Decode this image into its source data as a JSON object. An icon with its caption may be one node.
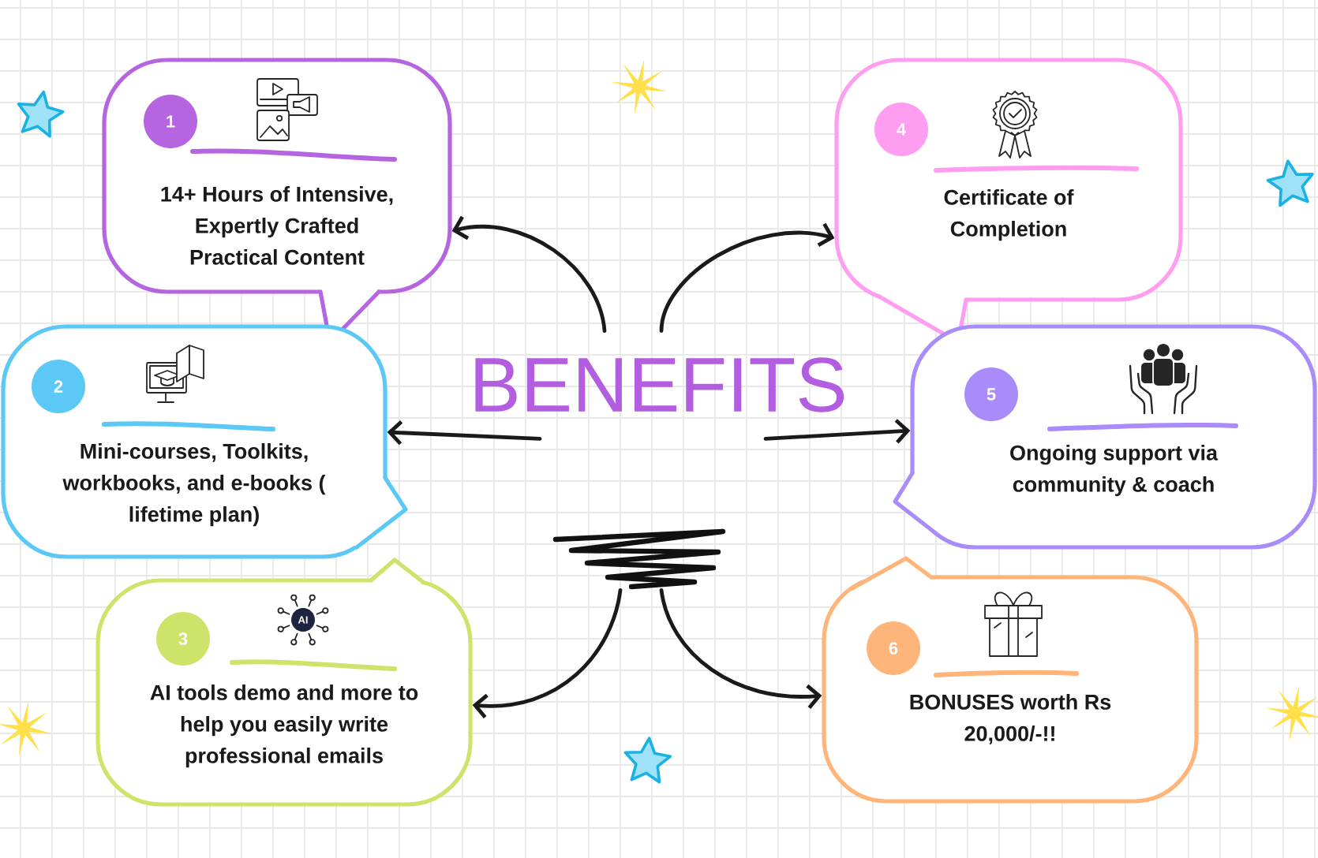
{
  "diagram": {
    "nodes": [
      {
        "text": [
          "BENEFITS"
        ]
      },
      {
        "text": [],
        "shape": "picture"
      },
      {
        "text": [
          "14+ Hours of Intensive, Expertly Crafted Practical Content"
        ]
      },
      {
        "text": [
          "1"
        ],
        "in": 2
      },
      {
        "text": [
          "Mini-courses, Toolkits, workbooks, and e-books ( lifetime plan)"
        ]
      },
      {
        "text": [
          "2"
        ],
        "in": 4
      },
      {
        "text": [
          "AI tools demo and more to help you easily write professional emails"
        ]
      },
      {
        "text": [
          "3"
        ],
        "in": 6
      },
      {
        "text": [
          "Certificate of Completion"
        ]
      },
      {
        "text": [
          "4"
        ],
        "in": 8
      },
      {
        "text": [
          "Ongoing support via community & coach"
        ]
      },
      {
        "text": [
          "5"
        ],
        "in": 10
      },
      {
        "text": [
          "BONUSES worth Rs 20,000/-!!"
        ]
      },
      {
        "text": [
          "6"
        ],
        "in": 12
      }
    ],
    "edges": [
      {
        "from": 0,
        "to": 2,
        "arrow": "to"
      },
      {
        "from": 0,
        "to": 8,
        "arrow": "to"
      },
      {
        "from": 0,
        "to": 4,
        "arrow": "to"
      },
      {
        "from": 0,
        "to": 10,
        "arrow": "to"
      },
      {
        "from": 1,
        "to": 6,
        "arrow": "to"
      },
      {
        "from": 1,
        "to": 12,
        "arrow": "to"
      }
    ],
    "labels": [
      "AI"
    ]
  }
}
